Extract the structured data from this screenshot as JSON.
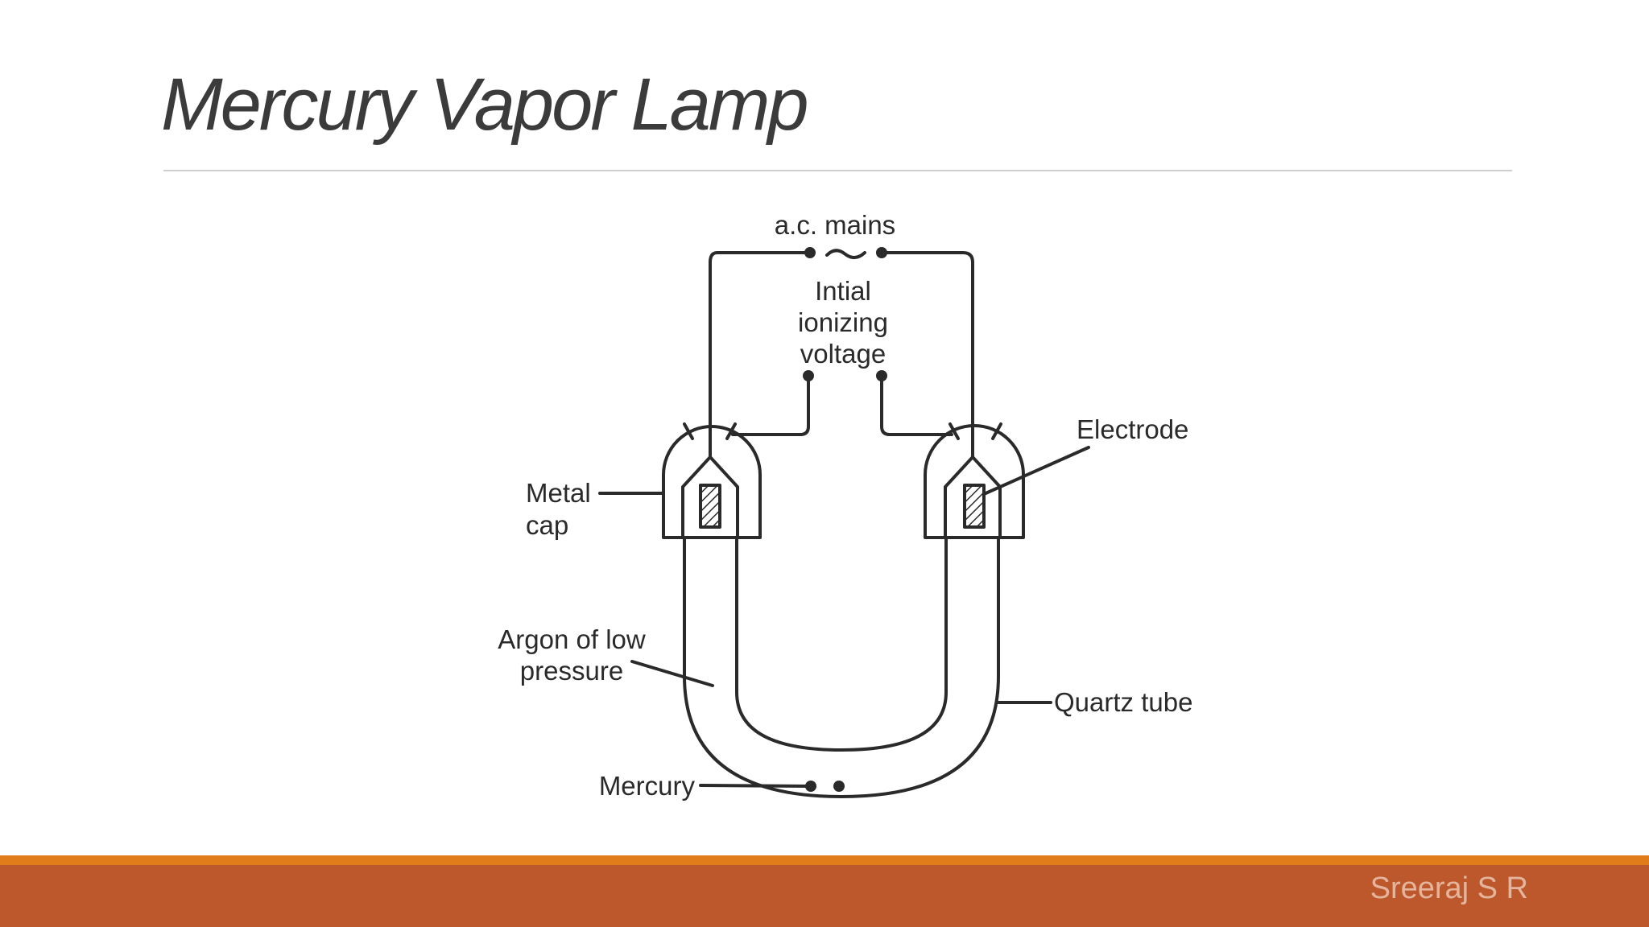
{
  "slide": {
    "title": "Mercury Vapor Lamp",
    "author": "Sreeraj S R"
  },
  "diagram": {
    "labels": {
      "ac_mains": "a.c. mains",
      "ionizing_line1": "Intial",
      "ionizing_line2": "ionizing",
      "ionizing_line3": "voltage",
      "electrode": "Electrode",
      "metal_cap_line1": "Metal",
      "metal_cap_line2": "cap",
      "argon_line1": "Argon of low",
      "argon_line2": "pressure",
      "quartz_tube": "Quartz tube",
      "mercury": "Mercury"
    }
  },
  "colors": {
    "footer_bar": "#bd582c",
    "footer_accent": "#e07d1a",
    "line": "#2a2a2a"
  }
}
